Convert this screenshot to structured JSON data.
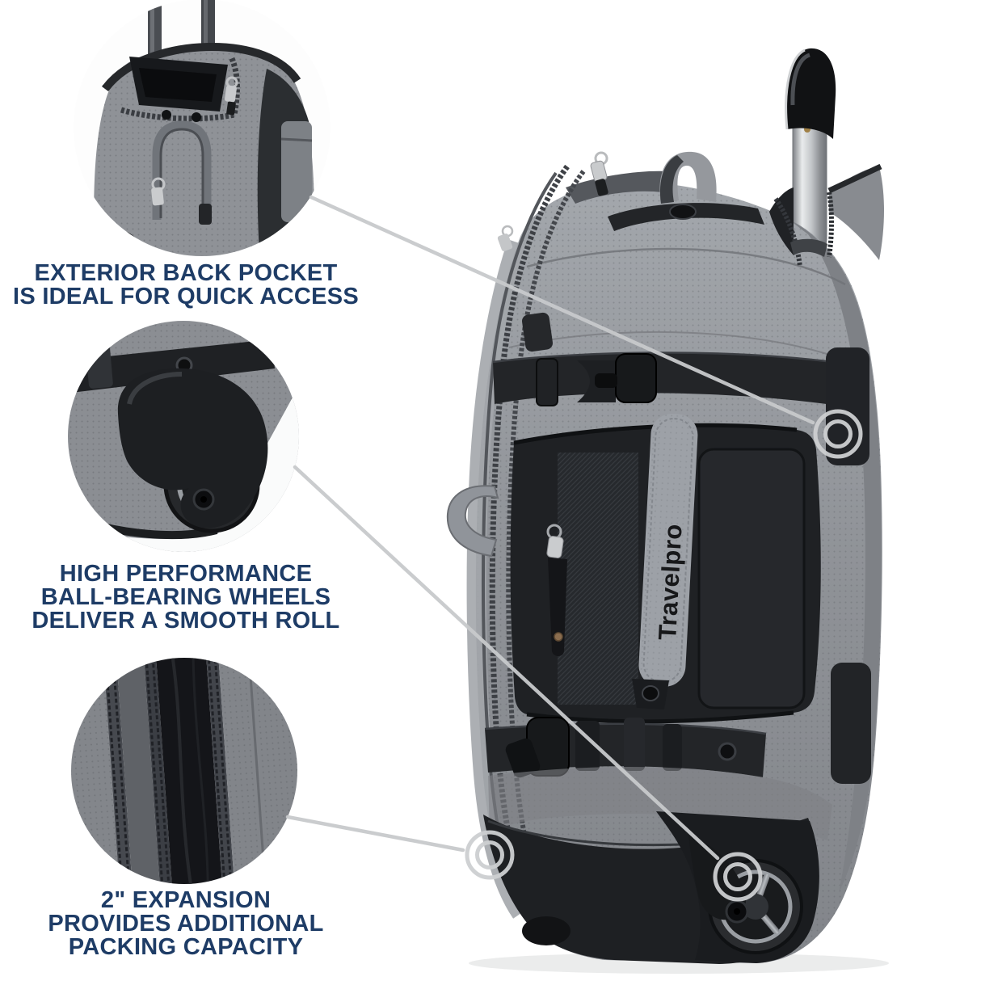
{
  "background_color": "#ffffff",
  "brand": {
    "strap_label": "Travelpro"
  },
  "style": {
    "caption_color": "#1e3c66",
    "annotation_color": "#c9cbcd",
    "bag_gray": "#8f9297",
    "bag_black": "#1f2124"
  },
  "callouts": [
    {
      "id": "back-pocket",
      "lines": [
        "EXTERIOR BACK POCKET",
        "IS IDEAL FOR QUICK ACCESS"
      ]
    },
    {
      "id": "wheels",
      "lines": [
        "HIGH PERFORMANCE",
        "BALL-BEARING WHEELS",
        "DELIVER A SMOOTH ROLL"
      ]
    },
    {
      "id": "expansion",
      "lines": [
        "2\" EXPANSION",
        "PROVIDES ADDITIONAL",
        "PACKING CAPACITY"
      ]
    }
  ]
}
